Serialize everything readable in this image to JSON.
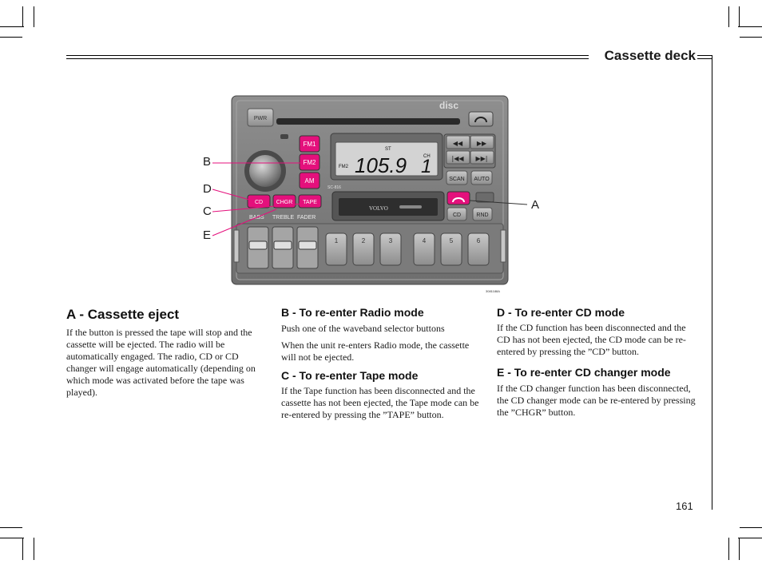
{
  "header": {
    "title": "Cassette deck"
  },
  "page_number": "161",
  "figure": {
    "code": "3081188A",
    "callouts": {
      "a": "A",
      "b": "B",
      "c": "C",
      "d": "D",
      "e": "E"
    },
    "radio": {
      "pwr": "PWR",
      "fm1": "FM1",
      "fm2": "FM2",
      "am": "AM",
      "cd": "CD",
      "chgr": "CHGR",
      "tape": "TAPE",
      "bass": "BASS",
      "treble": "TREBLE",
      "fader": "FADER",
      "scan": "SCAN",
      "auto": "AUTO",
      "cd_small": "CD",
      "rnd": "RND",
      "display_freq": "105.9",
      "display_preset": "1",
      "display_st": "ST",
      "display_ch": "CH",
      "display_fm": "FM2",
      "model": "SC-816",
      "brand": "VOLVO",
      "presets": [
        "1",
        "2",
        "3",
        "4",
        "5",
        "6"
      ]
    }
  },
  "sections": {
    "a": {
      "title": "A - Cassette eject",
      "body": "If the button is pressed the tape will stop and the cassette will be ejected. The radio will be automatically engaged. The radio, CD or CD changer will engage automatically (depending on which mode was activated before the tape was played)."
    },
    "b": {
      "title": "B - To re-enter Radio mode",
      "p1": "Push one of the waveband selector buttons",
      "p2": "When the unit re-enters Radio mode, the cassette will not be ejected."
    },
    "c": {
      "title": "C - To re-enter Tape mode",
      "body": "If the Tape function has been disconnected and the cassette has not been ejected, the Tape mode can be re-entered by pressing the ”TAPE” button."
    },
    "d": {
      "title": "D - To re-enter CD mode",
      "body": "If the CD function has been disconnected and the CD has not been ejected, the CD mode can be re-entered by pressing the ”CD” button."
    },
    "e": {
      "title": "E - To re-enter CD changer mode",
      "body": "If the CD changer function has been disconnected, the CD changer mode can be re-entered by pressing the ”CHGR” button."
    }
  }
}
